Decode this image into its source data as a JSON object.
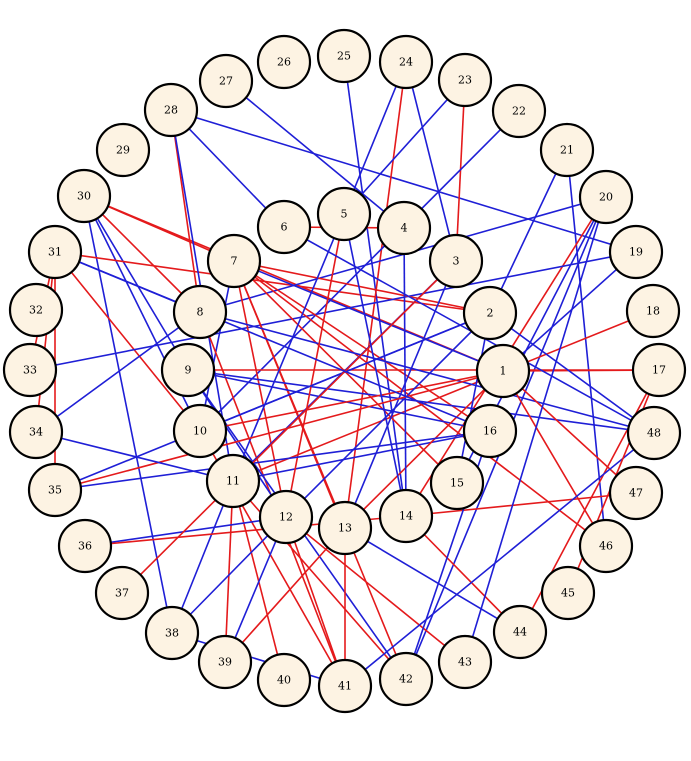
{
  "colors": {
    "red": "#e41a1c",
    "blue": "#1f1fd6",
    "node_fill": "#fdf3e3",
    "node_stroke": "#000000"
  },
  "nodes": [
    "1",
    "2",
    "3",
    "4",
    "5",
    "6",
    "7",
    "8",
    "9",
    "10",
    "11",
    "12",
    "13",
    "14",
    "15",
    "16",
    "17",
    "18",
    "19",
    "20",
    "21",
    "22",
    "23",
    "24",
    "25",
    "26",
    "27",
    "28",
    "29",
    "30",
    "31",
    "32",
    "33",
    "34",
    "35",
    "36",
    "37",
    "38",
    "39",
    "40",
    "41",
    "42",
    "43",
    "44",
    "45",
    "46",
    "47",
    "48"
  ],
  "edges": [
    {
      "from": "30",
      "to": "7",
      "color": "red"
    },
    {
      "from": "30",
      "to": "8",
      "color": "red"
    },
    {
      "from": "30",
      "to": "9",
      "color": "blue"
    },
    {
      "from": "30",
      "to": "10",
      "color": "blue"
    },
    {
      "from": "30",
      "to": "38",
      "color": "blue"
    },
    {
      "from": "30",
      "to": "1",
      "color": "red"
    },
    {
      "from": "31",
      "to": "8",
      "color": "blue"
    },
    {
      "from": "31",
      "to": "10",
      "color": "red"
    },
    {
      "from": "31",
      "to": "33",
      "color": "red"
    },
    {
      "from": "31",
      "to": "34",
      "color": "red"
    },
    {
      "from": "31",
      "to": "35",
      "color": "red"
    },
    {
      "from": "31",
      "to": "2",
      "color": "red"
    },
    {
      "from": "28",
      "to": "8",
      "color": "red"
    },
    {
      "from": "28",
      "to": "6",
      "color": "blue"
    },
    {
      "from": "28",
      "to": "19",
      "color": "blue"
    },
    {
      "from": "28",
      "to": "11",
      "color": "blue"
    },
    {
      "from": "27",
      "to": "4",
      "color": "blue"
    },
    {
      "from": "25",
      "to": "14",
      "color": "blue"
    },
    {
      "from": "24",
      "to": "13",
      "color": "red"
    },
    {
      "from": "24",
      "to": "5",
      "color": "blue"
    },
    {
      "from": "24",
      "to": "3",
      "color": "blue"
    },
    {
      "from": "23",
      "to": "5",
      "color": "blue"
    },
    {
      "from": "23",
      "to": "3",
      "color": "red"
    },
    {
      "from": "22",
      "to": "10",
      "color": "blue"
    },
    {
      "from": "21",
      "to": "2",
      "color": "blue"
    },
    {
      "from": "21",
      "to": "46",
      "color": "blue"
    },
    {
      "from": "20",
      "to": "15",
      "color": "blue"
    },
    {
      "from": "20",
      "to": "42",
      "color": "blue"
    },
    {
      "from": "20",
      "to": "8",
      "color": "blue"
    },
    {
      "from": "20",
      "to": "14",
      "color": "red"
    },
    {
      "from": "19",
      "to": "33",
      "color": "blue"
    },
    {
      "from": "19",
      "to": "1",
      "color": "blue"
    },
    {
      "from": "18",
      "to": "11",
      "color": "red"
    },
    {
      "from": "17",
      "to": "9",
      "color": "red"
    },
    {
      "from": "17",
      "to": "44",
      "color": "red"
    },
    {
      "from": "7",
      "to": "1",
      "color": "blue"
    },
    {
      "from": "7",
      "to": "2",
      "color": "red"
    },
    {
      "from": "7",
      "to": "12",
      "color": "red"
    },
    {
      "from": "7",
      "to": "13",
      "color": "red"
    },
    {
      "from": "7",
      "to": "15",
      "color": "red"
    },
    {
      "from": "7",
      "to": "16",
      "color": "red"
    },
    {
      "from": "7",
      "to": "42",
      "color": "red"
    },
    {
      "from": "7",
      "to": "46",
      "color": "red"
    },
    {
      "from": "7",
      "to": "10",
      "color": "blue"
    },
    {
      "from": "8",
      "to": "34",
      "color": "blue"
    },
    {
      "from": "8",
      "to": "48",
      "color": "blue"
    },
    {
      "from": "8",
      "to": "41",
      "color": "red"
    },
    {
      "from": "9",
      "to": "16",
      "color": "blue"
    },
    {
      "from": "9",
      "to": "48",
      "color": "blue"
    },
    {
      "from": "9",
      "to": "12",
      "color": "blue"
    },
    {
      "from": "9",
      "to": "42",
      "color": "blue"
    },
    {
      "from": "10",
      "to": "1",
      "color": "red"
    },
    {
      "from": "10",
      "to": "2",
      "color": "blue"
    },
    {
      "from": "10",
      "to": "41",
      "color": "red"
    },
    {
      "from": "11",
      "to": "3",
      "color": "blue"
    },
    {
      "from": "11",
      "to": "5",
      "color": "blue"
    },
    {
      "from": "11",
      "to": "39",
      "color": "red"
    },
    {
      "from": "11",
      "to": "40",
      "color": "red"
    },
    {
      "from": "11",
      "to": "42",
      "color": "red"
    },
    {
      "from": "11",
      "to": "38",
      "color": "blue"
    },
    {
      "from": "11",
      "to": "16",
      "color": "blue"
    },
    {
      "from": "12",
      "to": "5",
      "color": "red"
    },
    {
      "from": "12",
      "to": "2",
      "color": "blue"
    },
    {
      "from": "12",
      "to": "36",
      "color": "blue"
    },
    {
      "from": "12",
      "to": "38",
      "color": "blue"
    },
    {
      "from": "12",
      "to": "39",
      "color": "blue"
    },
    {
      "from": "12",
      "to": "43",
      "color": "red"
    },
    {
      "from": "12",
      "to": "41",
      "color": "red"
    },
    {
      "from": "13",
      "to": "44",
      "color": "blue"
    },
    {
      "from": "13",
      "to": "41",
      "color": "red"
    },
    {
      "from": "13",
      "to": "1",
      "color": "red"
    },
    {
      "from": "13",
      "to": "39",
      "color": "red"
    },
    {
      "from": "14",
      "to": "44",
      "color": "red"
    },
    {
      "from": "14",
      "to": "47",
      "color": "red"
    },
    {
      "from": "14",
      "to": "4",
      "color": "blue"
    },
    {
      "from": "15",
      "to": "2",
      "color": "blue"
    },
    {
      "from": "16",
      "to": "42",
      "color": "blue"
    },
    {
      "from": "16",
      "to": "35",
      "color": "blue"
    },
    {
      "from": "1",
      "to": "17",
      "color": "red"
    },
    {
      "from": "1",
      "to": "47",
      "color": "red"
    },
    {
      "from": "1",
      "to": "46",
      "color": "red"
    },
    {
      "from": "2",
      "to": "48",
      "color": "blue"
    },
    {
      "from": "2",
      "to": "35",
      "color": "blue"
    },
    {
      "from": "3",
      "to": "13",
      "color": "blue"
    },
    {
      "from": "3",
      "to": "37",
      "color": "red"
    },
    {
      "from": "4",
      "to": "6",
      "color": "red"
    },
    {
      "from": "6",
      "to": "48",
      "color": "blue"
    },
    {
      "from": "5",
      "to": "14",
      "color": "blue"
    },
    {
      "from": "35",
      "to": "1",
      "color": "red"
    },
    {
      "from": "36",
      "to": "14",
      "color": "red"
    },
    {
      "from": "38",
      "to": "41",
      "color": "blue"
    },
    {
      "from": "41",
      "to": "48",
      "color": "blue"
    },
    {
      "from": "43",
      "to": "20",
      "color": "blue"
    },
    {
      "from": "45",
      "to": "17",
      "color": "red"
    },
    {
      "from": "34",
      "to": "11",
      "color": "blue"
    },
    {
      "from": "31",
      "to": "16",
      "color": "blue"
    }
  ]
}
